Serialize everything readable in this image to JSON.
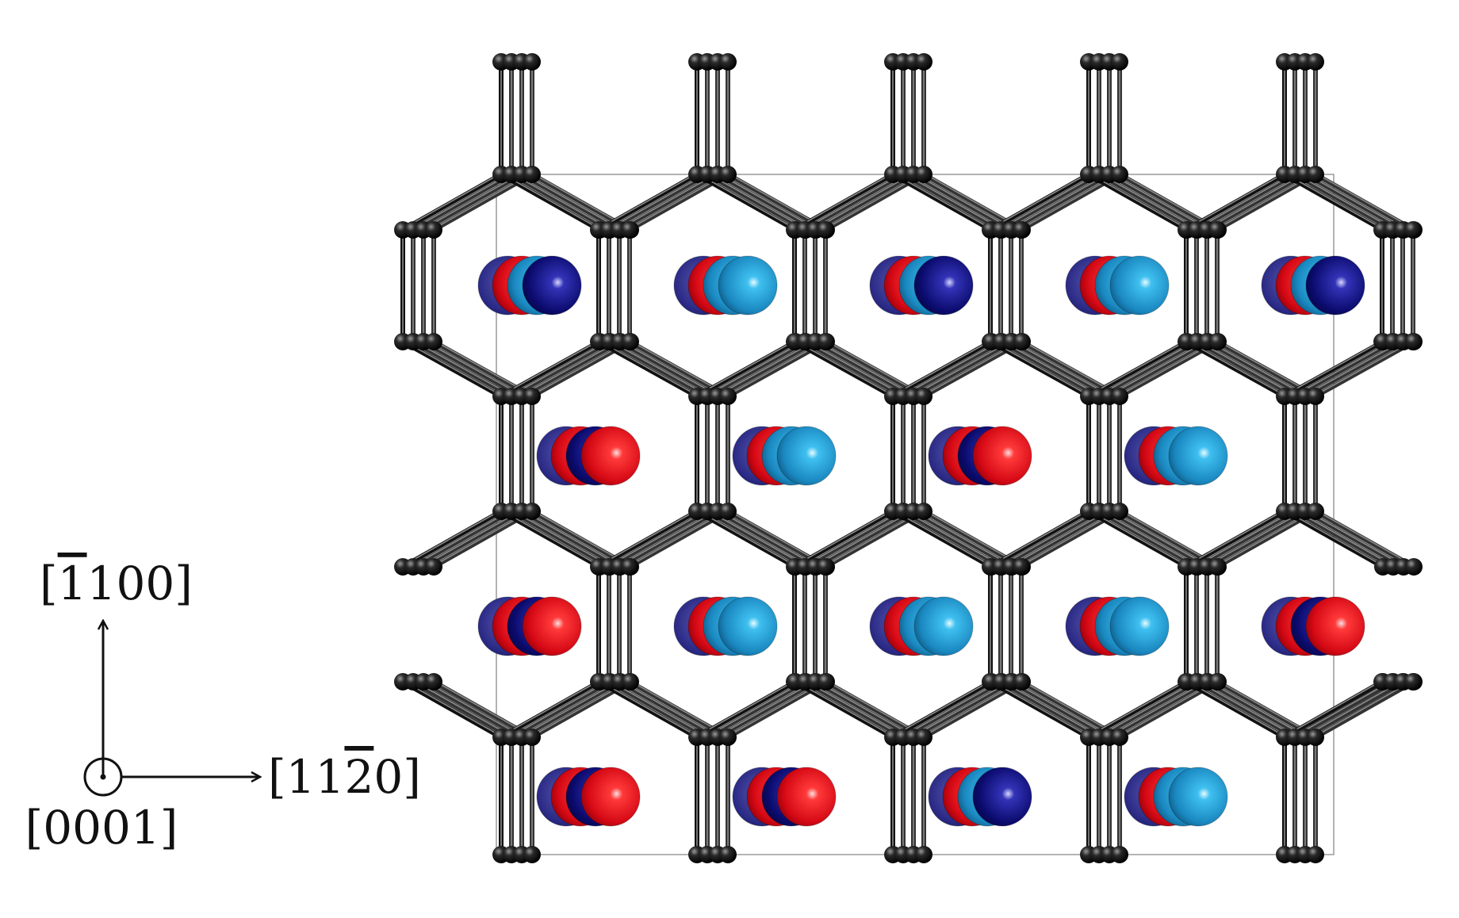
{
  "axes": {
    "vertical": {
      "pre": "[",
      "bar_digit": "1",
      "post": "100]"
    },
    "horizontal": {
      "pre": "[11",
      "bar_digit": "2",
      "post": "0]"
    },
    "out_of_plane": {
      "label": "[0001]"
    }
  },
  "colors": {
    "framework_atom": "#111111",
    "framework_bond": "#222222",
    "cell_outline": "#9a9a9a",
    "guest_dark_blue": "#0d0d7a",
    "guest_red": "#e0101a",
    "guest_light_blue": "#1f9ad0",
    "guest_navy": "#2a2a86"
  },
  "guests": {
    "columns": 5,
    "rows": 4,
    "grid": [
      [
        "dark_blue",
        "light_blue",
        "dark_blue",
        "light_blue",
        "dark_blue"
      ],
      [
        null,
        "red",
        "light_blue",
        "red",
        "light_blue"
      ],
      [
        "red",
        "light_blue",
        "light_blue",
        "light_blue",
        "red"
      ],
      [
        null,
        "red",
        "red",
        "dark_blue",
        "light_blue"
      ]
    ]
  }
}
